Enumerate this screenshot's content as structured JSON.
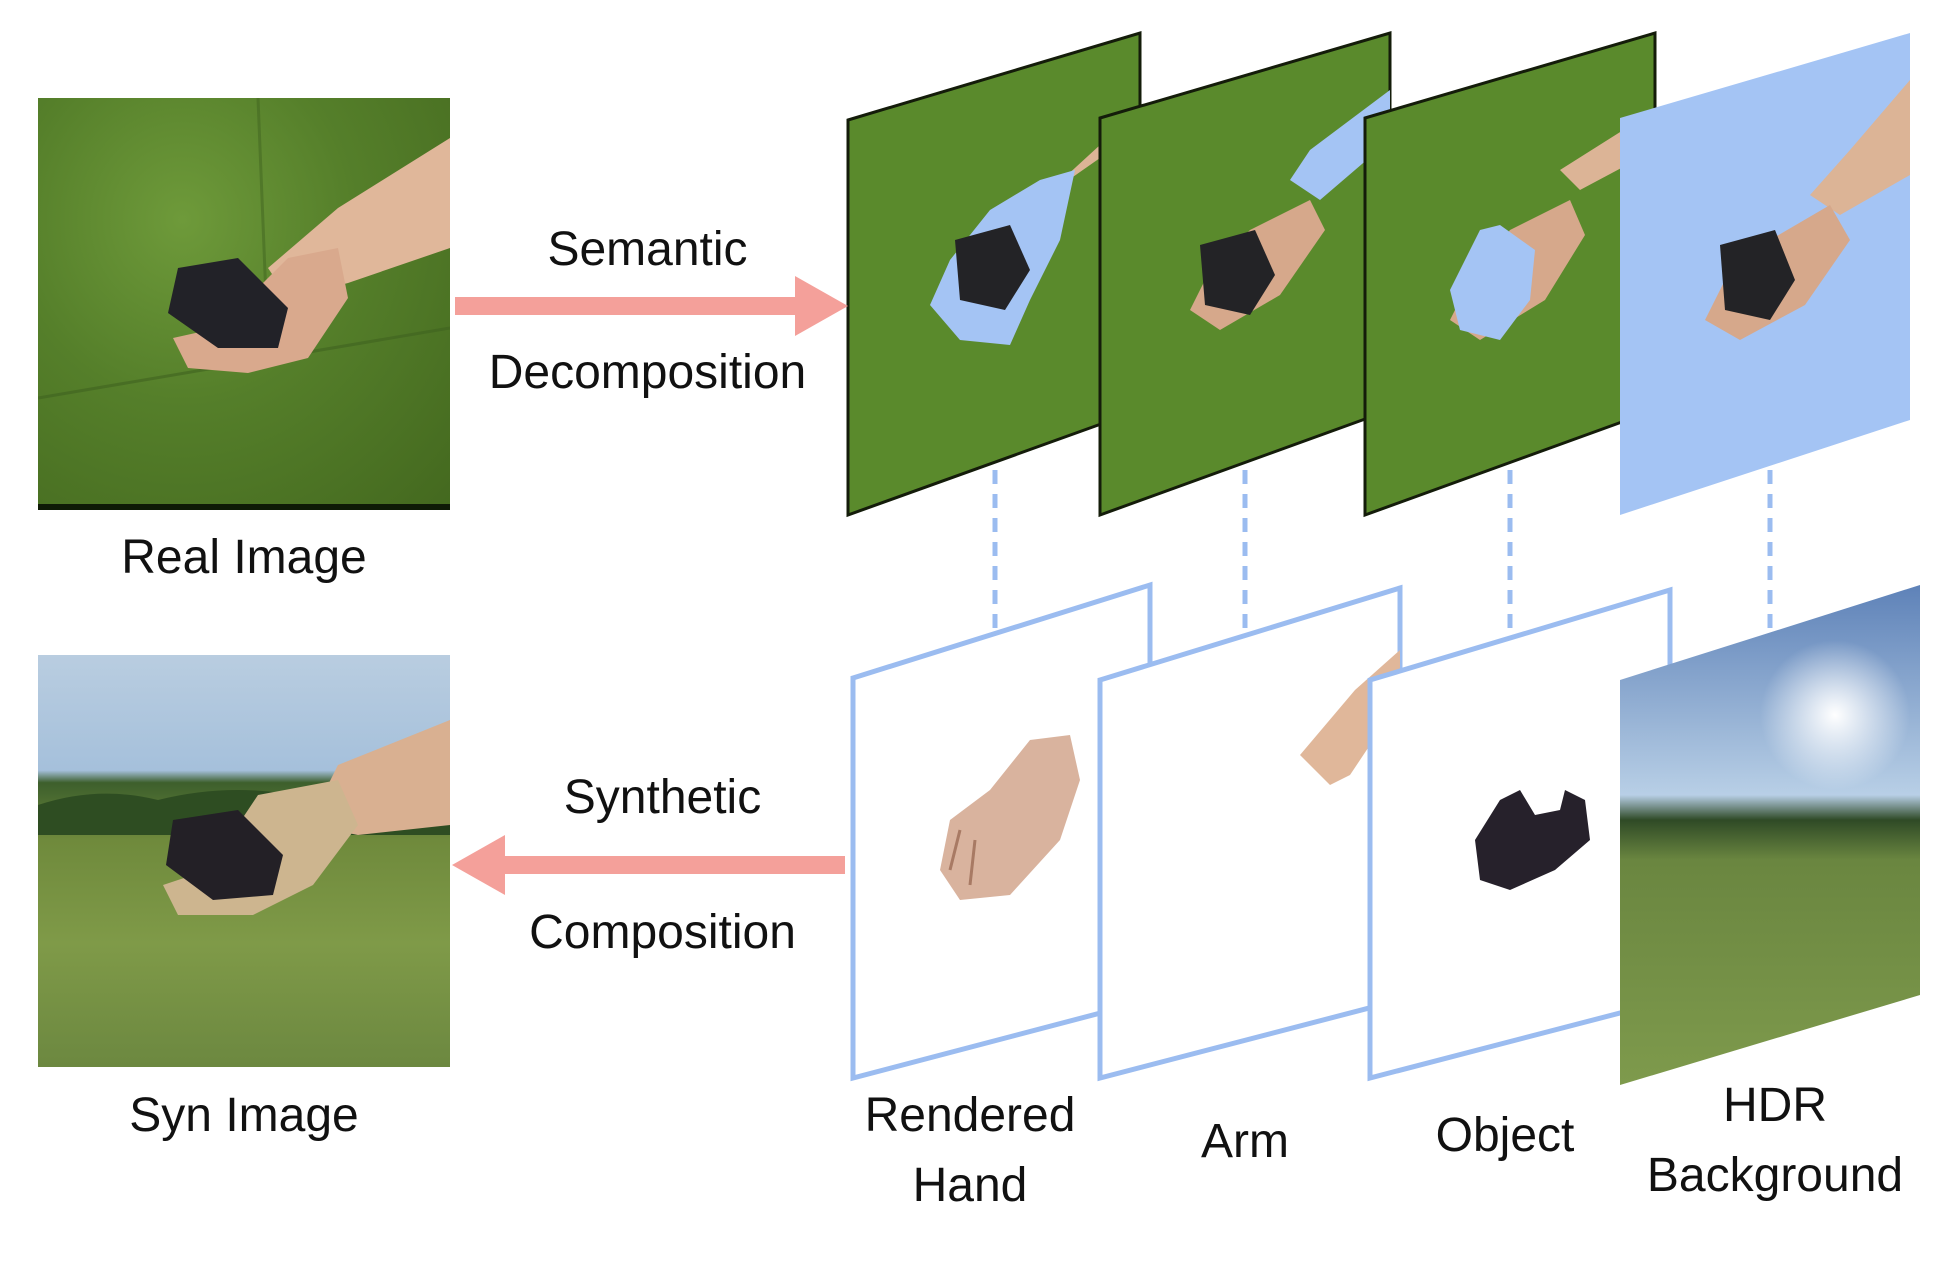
{
  "real_image": {
    "label": "Real Image"
  },
  "syn_image": {
    "label": "Syn Image"
  },
  "decomposition": {
    "line1": "Semantic",
    "line2": "Decomposition"
  },
  "composition": {
    "line1": "Synthetic",
    "line2": "Composition"
  },
  "layers": [
    {
      "line1": "Rendered",
      "line2": "Hand"
    },
    {
      "line1": "Arm",
      "line2": ""
    },
    {
      "line1": "Object",
      "line2": ""
    },
    {
      "line1": "HDR",
      "line2": "Background"
    }
  ],
  "colors": {
    "arrow": "#f4a09a",
    "mask_blue": "#a4c4f4",
    "panel_border": "#9bbcf0",
    "green_screen": "#5a8a2c"
  }
}
